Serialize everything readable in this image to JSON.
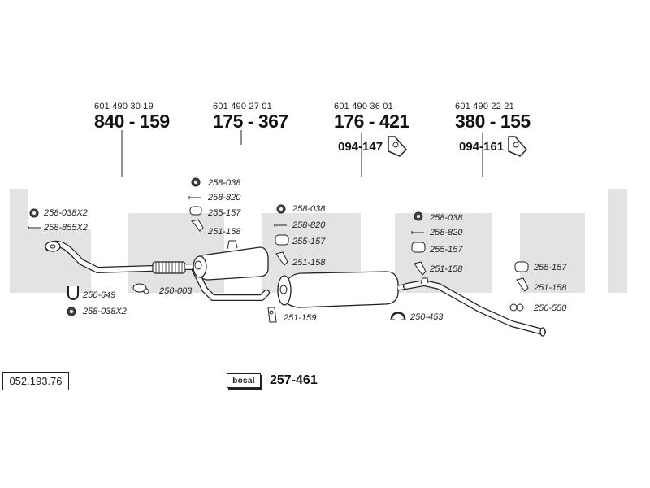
{
  "reference_code": "052.193.76",
  "kit": {
    "logo_text": "bosal",
    "number": "257-461"
  },
  "watermark_text": "bosal",
  "sections": [
    {
      "oe": "601 490 30 19",
      "part": "840 - 159"
    },
    {
      "oe": "601 490 27 01",
      "part": "175 - 367"
    },
    {
      "oe": "601 490 36 01",
      "part": "176 - 421",
      "extra": "094-147"
    },
    {
      "oe": "601 490 22 21",
      "part": "380 - 155",
      "extra": "094-161"
    }
  ],
  "part_labels": [
    "258-038X2",
    "258-855X2",
    "250-649",
    "258-038X2",
    "250-003",
    "258-038",
    "258-820",
    "255-157",
    "251-158",
    "258-038",
    "258-820",
    "255-157",
    "251-158",
    "251-159",
    "258-038",
    "258-820",
    "255-157",
    "251-158",
    "250-453",
    "255-157",
    "251-158",
    "250-550"
  ]
}
